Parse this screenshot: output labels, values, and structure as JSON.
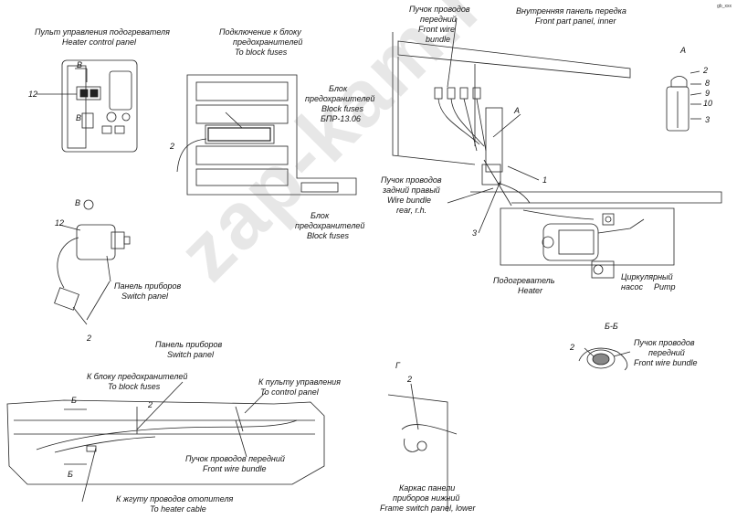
{
  "watermark": "zap-kam.ru",
  "corner_mark": "gb_xxx",
  "views": {
    "A": "А",
    "B": "В",
    "G": "Г",
    "BB": "Б-Б",
    "B1": "Б",
    "B2": "Б",
    "A_mark": "А"
  },
  "labels": {
    "heater_control_panel_ru": "Пульт управления подогревателя",
    "heater_control_panel_en": "Heater control panel",
    "to_block_fuses_ru_1": "Подключение к блоку",
    "to_block_fuses_ru_2": "предохранителей",
    "to_block_fuses_en": "To block fuses",
    "front_wire_bundle_top_ru_1": "Пучок проводов",
    "front_wire_bundle_top_ru_2": "передний",
    "front_wire_bundle_top_en_1": "Front wire",
    "front_wire_bundle_top_en_2": "bundle",
    "front_panel_inner_ru": "Внутренняя панель передка",
    "front_panel_inner_en": "Front part panel, inner",
    "block_fuses_ru_1": "Блок",
    "block_fuses_ru_2": "предохранителей",
    "block_fuses_en": "Block fuses",
    "block_fuses_code": "БПР-13.06",
    "block_fuses2_ru_1": "Блок",
    "block_fuses2_ru_2": "предохранителей",
    "block_fuses2_en": "Block fuses",
    "rear_wire_bundle_ru_1": "Пучок проводов",
    "rear_wire_bundle_ru_2": "задний правый",
    "rear_wire_bundle_en_1": "Wire bundle",
    "rear_wire_bundle_en_2": "rear, r.h.",
    "heater_ru": "Подогреватель",
    "heater_en": "Heater",
    "pump_ru_1": "Циркулярный",
    "pump_ru_2": "насос",
    "pump_en": "Pump",
    "switch_panel_ru": "Панель приборов",
    "switch_panel_en": "Switch panel",
    "switch_panel2_ru": "Панель приборов",
    "switch_panel2_en": "Switch panel",
    "to_fuses_bottom_ru": "К блоку предохранителей",
    "to_fuses_bottom_en": "To    block fuses",
    "to_control_panel_ru": "К пульту управления",
    "to_control_panel_en": "To control panel",
    "front_wire_bundle_bottom_ru": "Пучок проводов передний",
    "front_wire_bundle_bottom_en": "Front wire bundle",
    "to_heater_cable_ru": "К жгуту проводов отопителя",
    "to_heater_cable_en": "To heater cable",
    "bb_bundle_ru_1": "Пучок проводов",
    "bb_bundle_ru_2": "передний",
    "bb_bundle_en": "Front wire bundle",
    "frame_panel_ru_1": "Каркас панели",
    "frame_panel_ru_2": "приборов нижний",
    "frame_panel_en": "Frame switch panel, lower"
  },
  "numbers": {
    "n12a": "12",
    "n12b": "12",
    "n2_fuses": "2",
    "n2_switch": "2",
    "n2_bottom": "2",
    "n2_g": "2",
    "n2_bb": "2",
    "n1": "1",
    "n3": "3",
    "a2": "2",
    "a8": "8",
    "a9": "9",
    "a10": "10",
    "a3": "3",
    "v_g": "Г"
  },
  "colors": {
    "line": "#222222",
    "watermark": "#8a8a8a"
  }
}
